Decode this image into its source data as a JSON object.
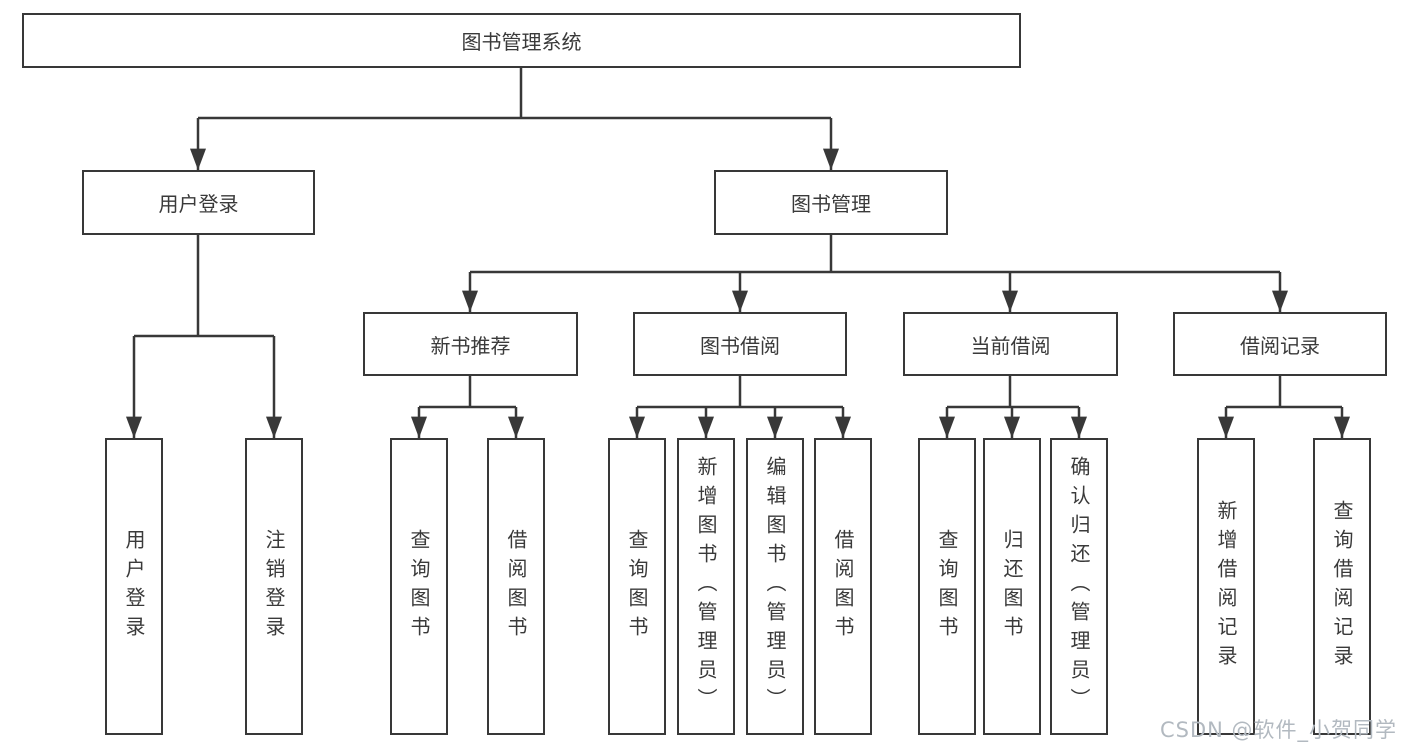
{
  "diagram": {
    "root": {
      "label": "图书管理系统"
    },
    "level2": [
      {
        "id": "user-login",
        "label": "用户登录"
      },
      {
        "id": "book-management",
        "label": "图书管理"
      }
    ],
    "level3": [
      {
        "id": "new-book-recommendation",
        "label": "新书推荐",
        "parent": "book-management"
      },
      {
        "id": "book-borrowing",
        "label": "图书借阅",
        "parent": "book-management"
      },
      {
        "id": "current-borrowing",
        "label": "当前借阅",
        "parent": "book-management"
      },
      {
        "id": "borrowing-records",
        "label": "借阅记录",
        "parent": "book-management"
      }
    ],
    "leaves": [
      {
        "id": "user-login-action",
        "label": "用户登录",
        "parent": "user-login"
      },
      {
        "id": "logout-action",
        "label": "注销登录",
        "parent": "user-login"
      },
      {
        "id": "query-books-1",
        "label": "查询图书",
        "parent": "new-book-recommendation"
      },
      {
        "id": "borrow-books-1",
        "label": "借阅图书",
        "parent": "new-book-recommendation"
      },
      {
        "id": "query-books-2",
        "label": "查询图书",
        "parent": "book-borrowing"
      },
      {
        "id": "add-book-admin",
        "label": "新增图书（管理员）",
        "parent": "book-borrowing"
      },
      {
        "id": "edit-book-admin",
        "label": "编辑图书（管理员）",
        "parent": "book-borrowing"
      },
      {
        "id": "borrow-books-2",
        "label": "借阅图书",
        "parent": "book-borrowing"
      },
      {
        "id": "query-books-3",
        "label": "查询图书",
        "parent": "current-borrowing"
      },
      {
        "id": "return-books",
        "label": "归还图书",
        "parent": "current-borrowing"
      },
      {
        "id": "confirm-return-admin",
        "label": "确认归还（管理员）",
        "parent": "current-borrowing"
      },
      {
        "id": "add-borrow-record",
        "label": "新增借阅记录",
        "parent": "borrowing-records"
      },
      {
        "id": "query-borrow-record",
        "label": "查询借阅记录",
        "parent": "borrowing-records"
      }
    ]
  },
  "watermark": {
    "text": "CSDN @软件_小贺同学"
  },
  "colors": {
    "line": "#383838",
    "node_border": "#383838",
    "node_text": "#3a3a3a",
    "background": "#ffffff",
    "watermark_text": "#b2b9c0"
  }
}
